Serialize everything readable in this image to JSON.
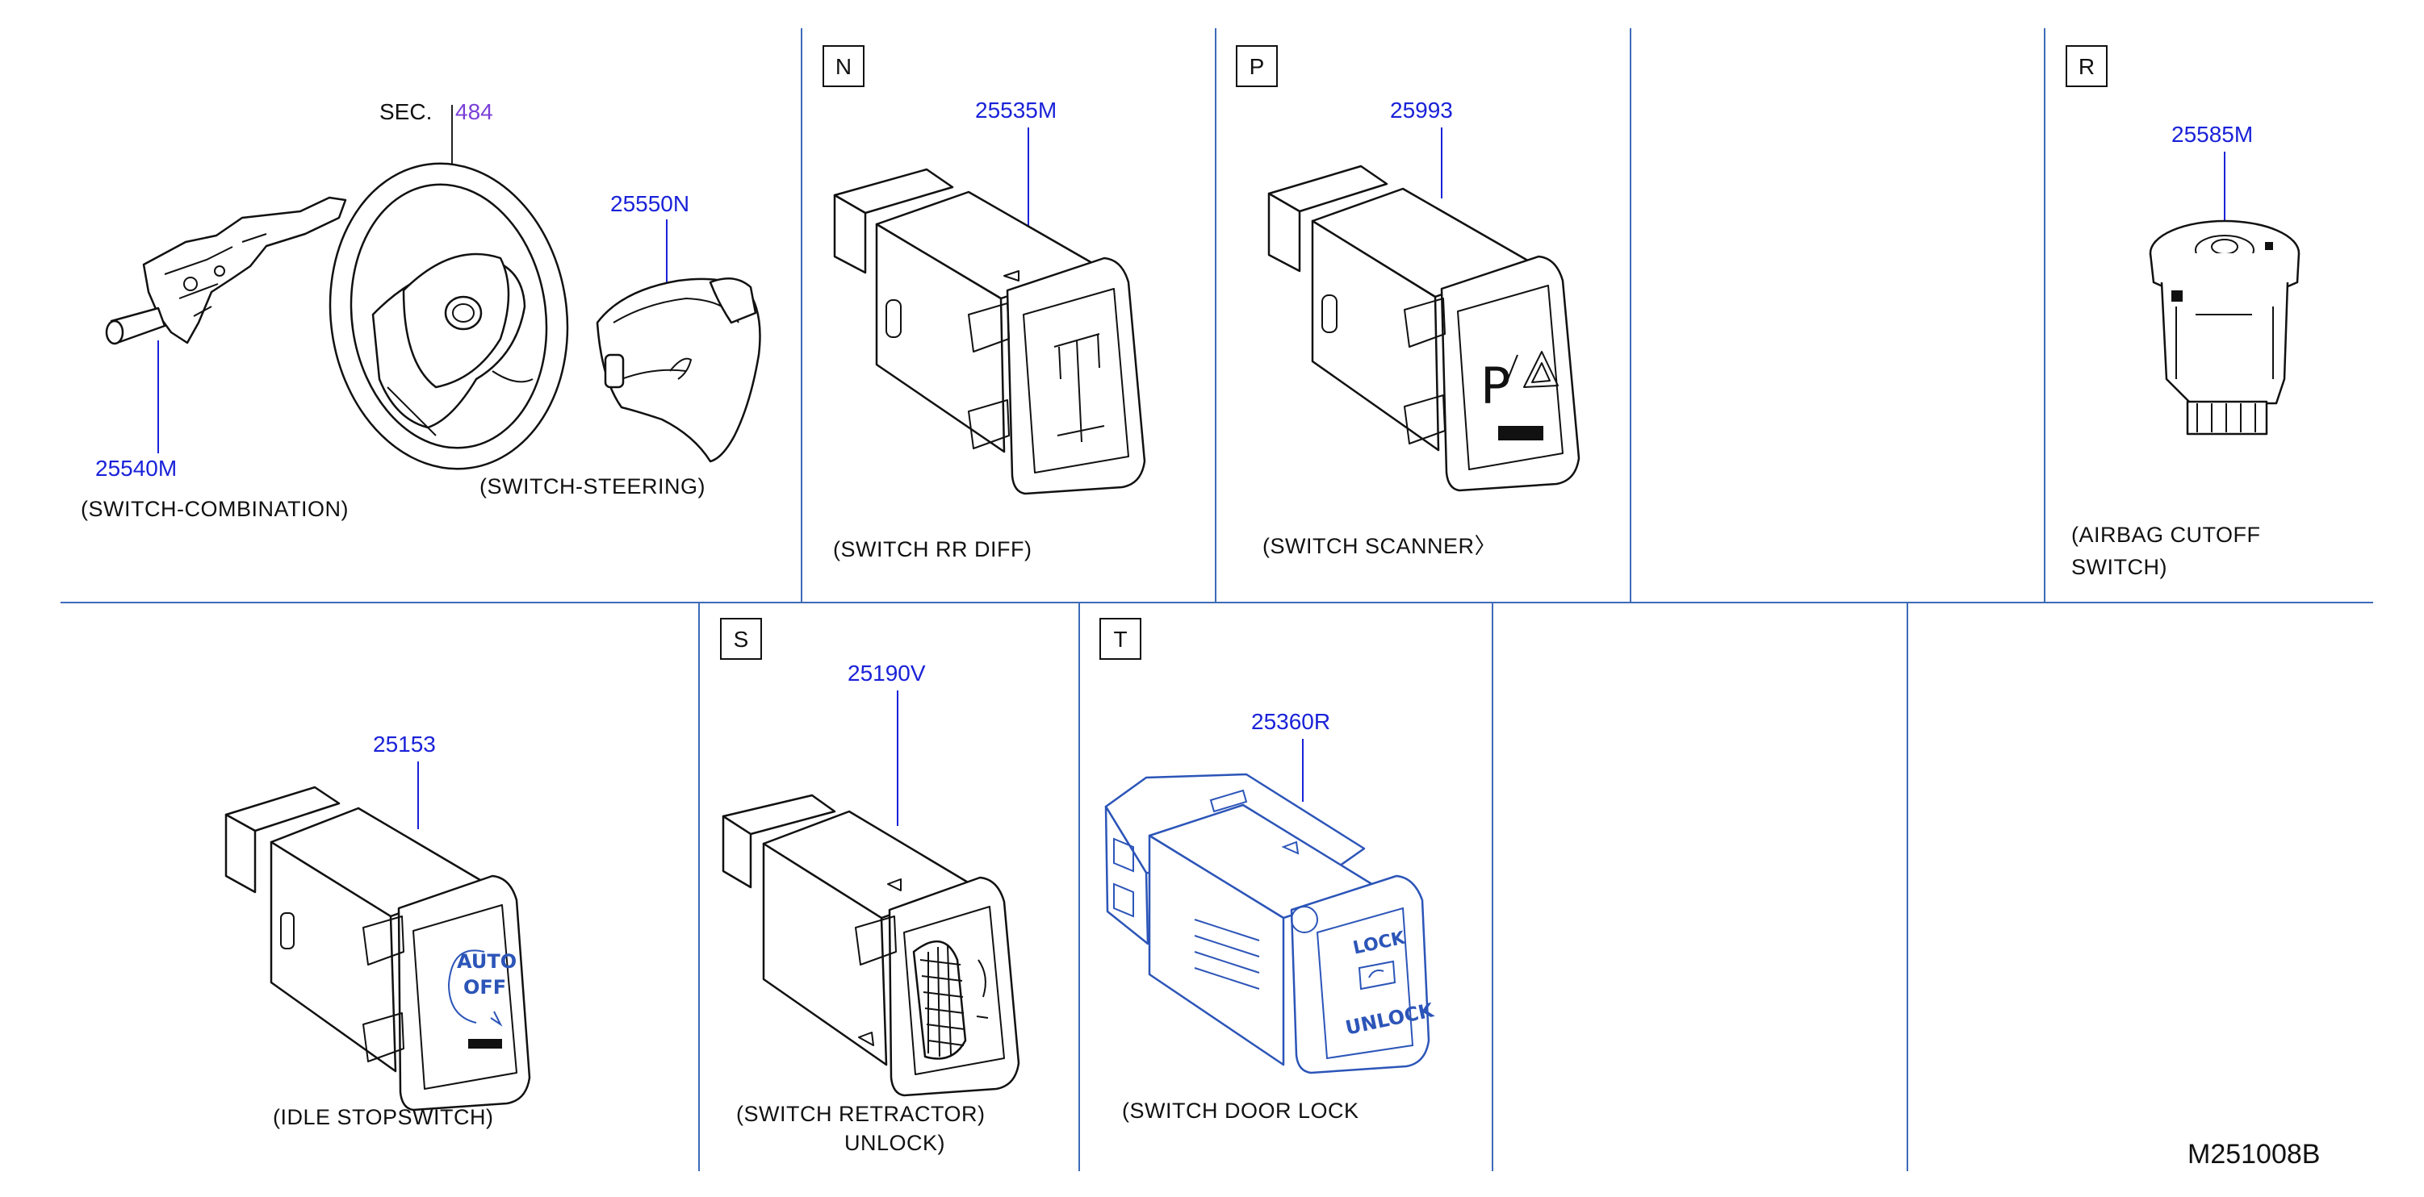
{
  "diagram_code": "M251008B",
  "section": {
    "label": "SEC.",
    "ref": "484"
  },
  "parts": [
    {
      "number": "25540M",
      "caption": "(SWITCH-COMBINATION)"
    },
    {
      "number": "25550N",
      "caption": "(SWITCH-STEERING)"
    },
    {
      "box": "N",
      "number": "25535M",
      "caption": "(SWITCH   RR   DIFF)"
    },
    {
      "box": "P",
      "number": "25993",
      "caption": "(SWITCH   SCANNER〉"
    },
    {
      "box": "R",
      "number": "25585M",
      "caption_lines": [
        "(AIRBAG   CUTOFF",
        "SWITCH)"
      ]
    },
    {
      "number": "25153",
      "caption": "(IDLE   STOPSWITCH)"
    },
    {
      "box": "S",
      "number": "25190V",
      "caption_lines": [
        "(SWITCH   RETRACTOR)",
        "UNLOCK)"
      ]
    },
    {
      "box": "T",
      "number": "25360R",
      "caption": "(SWITCH   DOOR   LOCK"
    }
  ],
  "switch_markings": {
    "idle_stop": [
      "AUTO",
      "OFF"
    ],
    "door_lock": [
      "LOCK",
      "UNLOCK"
    ]
  },
  "colors": {
    "grid": "#3d6bb8",
    "part_number": "#1a22d8",
    "section_ref": "#7a3fd8",
    "blue_line_art": "#2c55b8"
  }
}
